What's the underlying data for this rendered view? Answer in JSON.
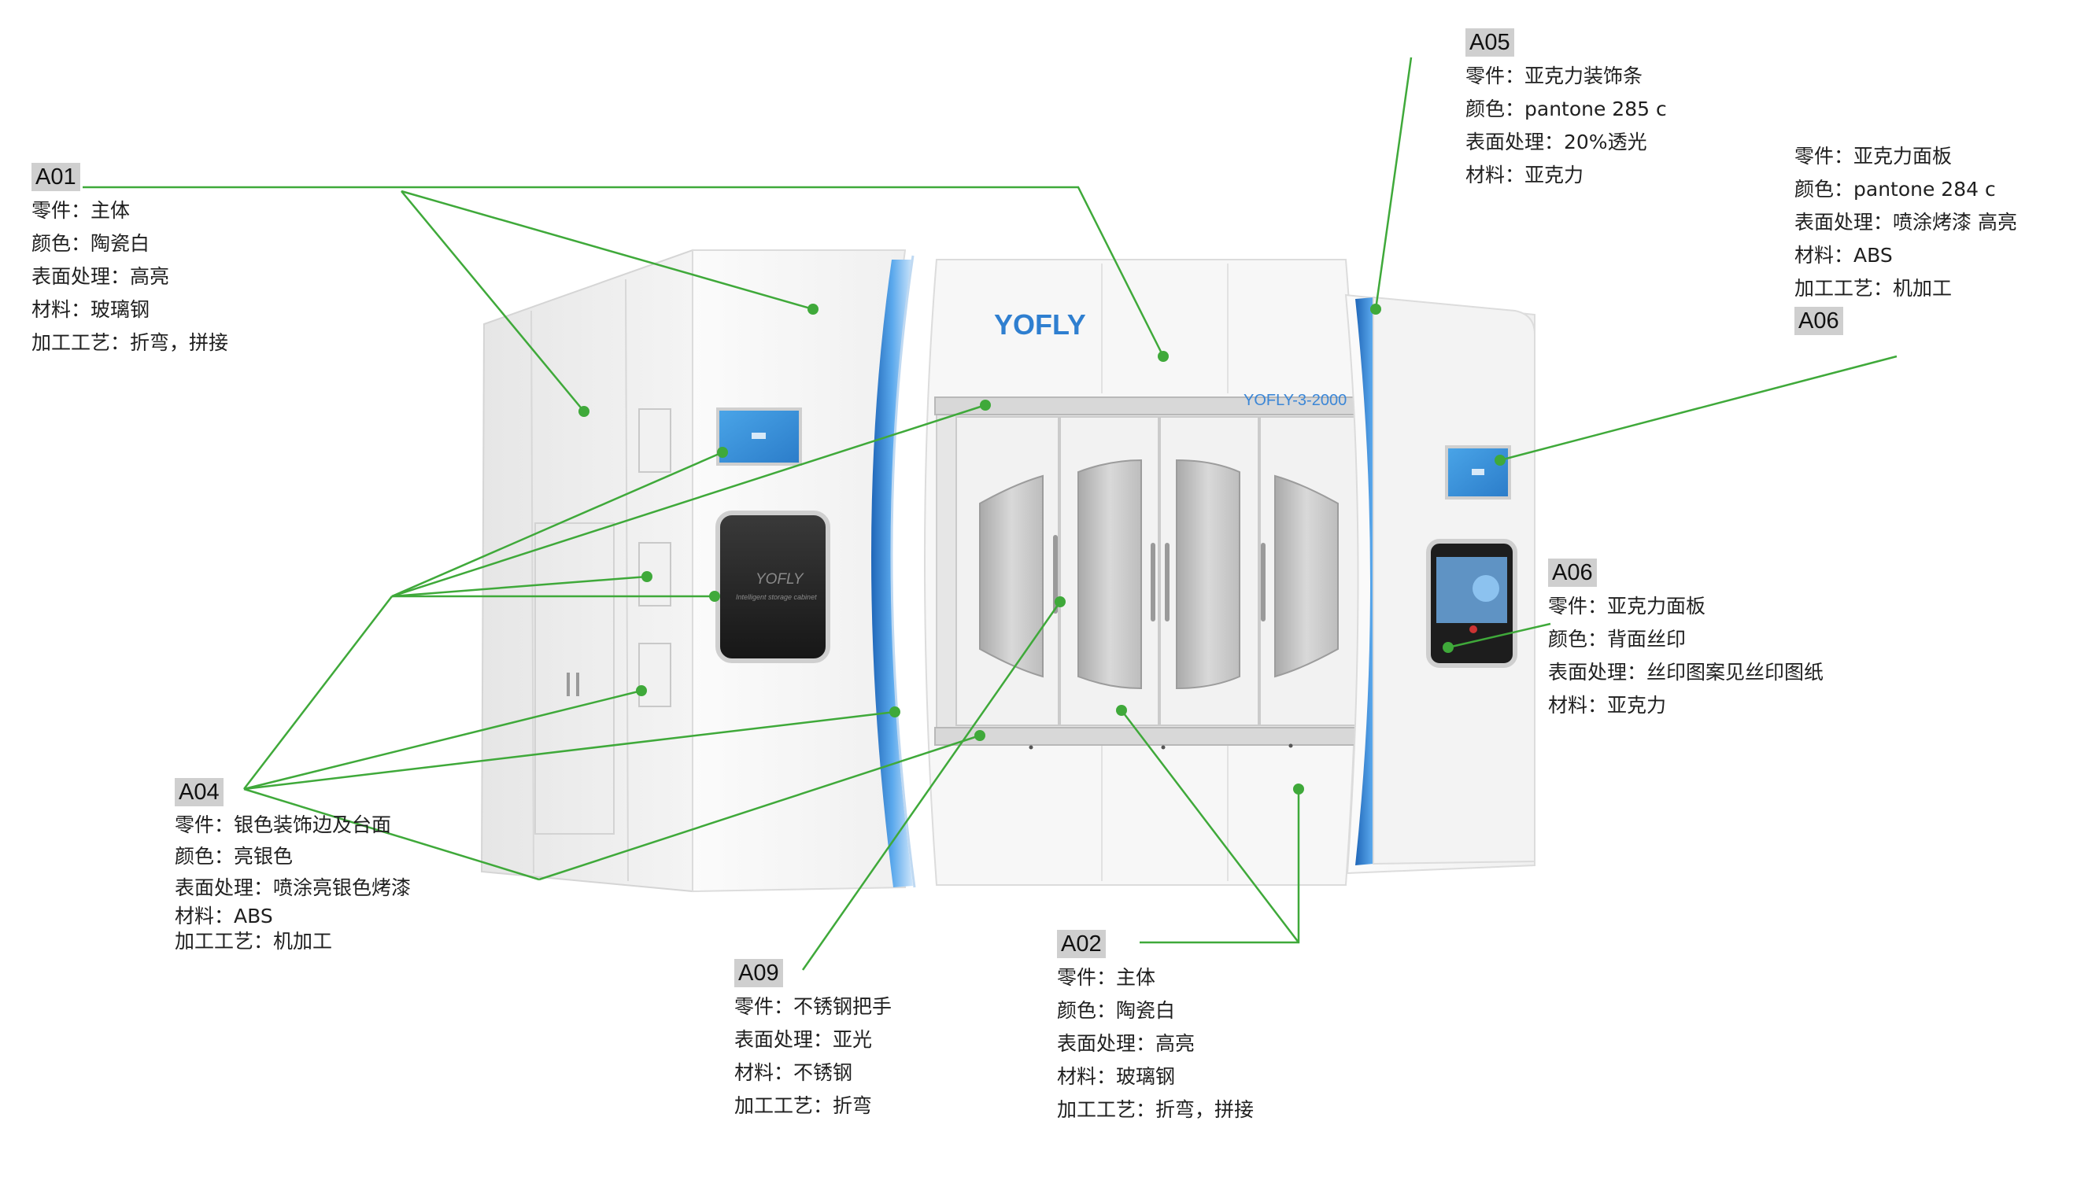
{
  "product": {
    "brand": "YOFLY",
    "model": "YOFLY-3-2000",
    "screen_brand": "YOFLY",
    "screen_subtitle": "Intelligent storage cabinet"
  },
  "annotations": [
    {
      "id": "a01",
      "tag": "A01",
      "lines": [
        "零件：主体",
        "颜色：陶瓷白",
        "表面处理：高亮",
        "材料：玻璃钢",
        "加工工艺：折弯，拼接"
      ]
    },
    {
      "id": "a05",
      "tag": "A05",
      "lines": [
        "零件：亚克力装饰条",
        "颜色：pantone 285 c",
        "表面处理：20%透光",
        "材料：亚克力"
      ]
    },
    {
      "id": "a06top",
      "tag": "A06",
      "lines": [
        "零件：亚克力面板",
        "颜色：pantone 284 c",
        "表面处理：喷涂烤漆 高亮",
        "材料：ABS",
        "加工工艺：机加工"
      ]
    },
    {
      "id": "a06b",
      "tag": "A06",
      "lines": [
        "零件：亚克力面板",
        "颜色：背面丝印",
        "表面处理：丝印图案见丝印图纸",
        "材料：亚克力"
      ]
    },
    {
      "id": "a04",
      "tag": "A04",
      "lines": [
        "零件：银色装饰边及台面",
        "颜色：亮银色",
        "表面处理：喷涂亮银色烤漆",
        "材料：ABS",
        "加工工艺：机加工"
      ]
    },
    {
      "id": "a09",
      "tag": "A09",
      "lines": [
        "零件：不锈钢把手",
        "表面处理：亚光",
        "材料：不锈钢",
        "加工工艺：折弯"
      ]
    },
    {
      "id": "a02",
      "tag": "A02",
      "lines": [
        "零件：主体",
        "颜色：陶瓷白",
        "表面处理：高亮",
        "材料：玻璃钢",
        "加工工艺：折弯，拼接"
      ]
    }
  ],
  "colors": {
    "leader": "#3fa93a",
    "accent_blue": "#3b86d6",
    "brand_text": "#2f7fd0",
    "panel_white": "#f5f5f5"
  }
}
